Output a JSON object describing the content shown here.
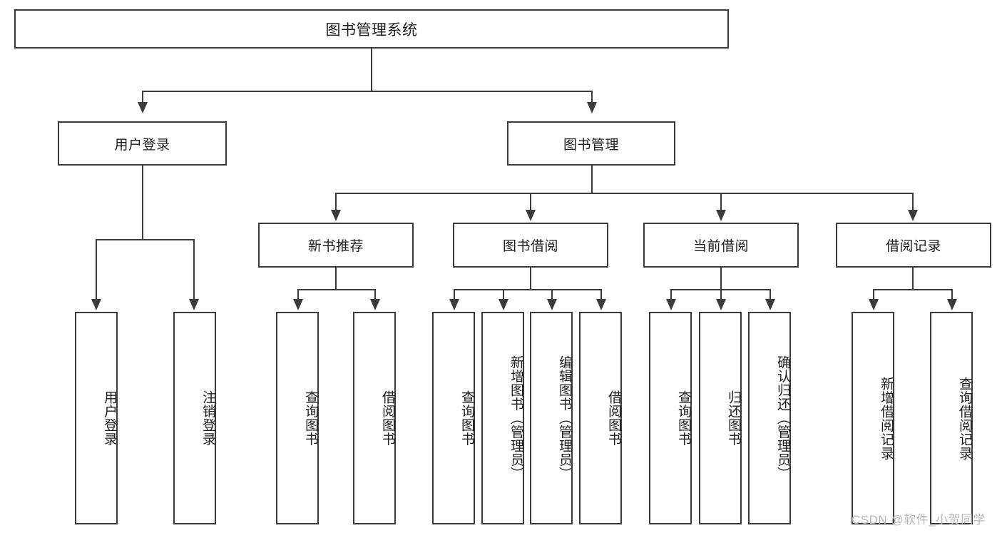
{
  "diagram": {
    "title": "图书管理系统",
    "type": "tree-hierarchy",
    "root": {
      "label": "图书管理系统"
    },
    "level2": [
      {
        "label": "用户登录"
      },
      {
        "label": "图书管理"
      }
    ],
    "level3": [
      {
        "label": "新书推荐"
      },
      {
        "label": "图书借阅"
      },
      {
        "label": "当前借阅"
      },
      {
        "label": "借阅记录"
      }
    ],
    "leaves": {
      "user_login": [
        {
          "label": "用户登录"
        },
        {
          "label": "注销登录"
        }
      ],
      "new_book_recommend": [
        {
          "label": "查询图书"
        },
        {
          "label": "借阅图书"
        }
      ],
      "book_borrow": [
        {
          "label": "查询图书"
        },
        {
          "label": "新增图书（管理员）"
        },
        {
          "label": "编辑图书（管理员）"
        },
        {
          "label": "借阅图书"
        }
      ],
      "current_borrow": [
        {
          "label": "查询图书"
        },
        {
          "label": "归还图书"
        },
        {
          "label": "确认归还（管理员）"
        }
      ],
      "borrow_record": [
        {
          "label": "新增借阅记录"
        },
        {
          "label": "查询借阅记录"
        }
      ]
    }
  },
  "watermark": {
    "text": "CSDN @软件_小贺同学"
  },
  "colors": {
    "stroke": "#3b3b3b",
    "background": "#ffffff",
    "text": "#1c1c1c",
    "watermark": "#b8b8b8"
  }
}
